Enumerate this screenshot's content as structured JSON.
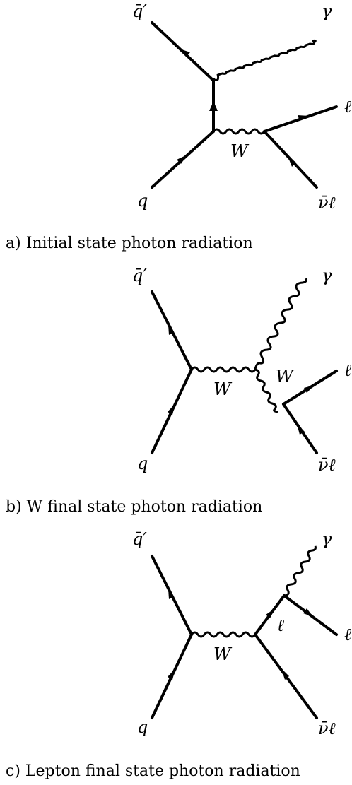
{
  "diagrams": [
    {
      "caption": "a) Initial state photon radiation",
      "labels": {
        "antiquark": "q̄′",
        "photon": "γ",
        "lepton": "ℓ",
        "w_boson": "W",
        "quark": "q",
        "antineutrino": "ν̄ℓ"
      }
    },
    {
      "caption": "b) W final state photon radiation",
      "labels": {
        "antiquark": "q̄′",
        "photon": "γ",
        "w_boson_1": "W",
        "w_boson_2": "W",
        "lepton": "ℓ",
        "quark": "q",
        "antineutrino": "ν̄ℓ"
      }
    },
    {
      "caption": "c) Lepton final state photon radiation",
      "labels": {
        "antiquark": "q̄′",
        "photon": "γ",
        "lepton_internal": "ℓ",
        "lepton": "ℓ",
        "w_boson": "W",
        "quark": "q",
        "antineutrino": "ν̄ℓ"
      }
    }
  ]
}
